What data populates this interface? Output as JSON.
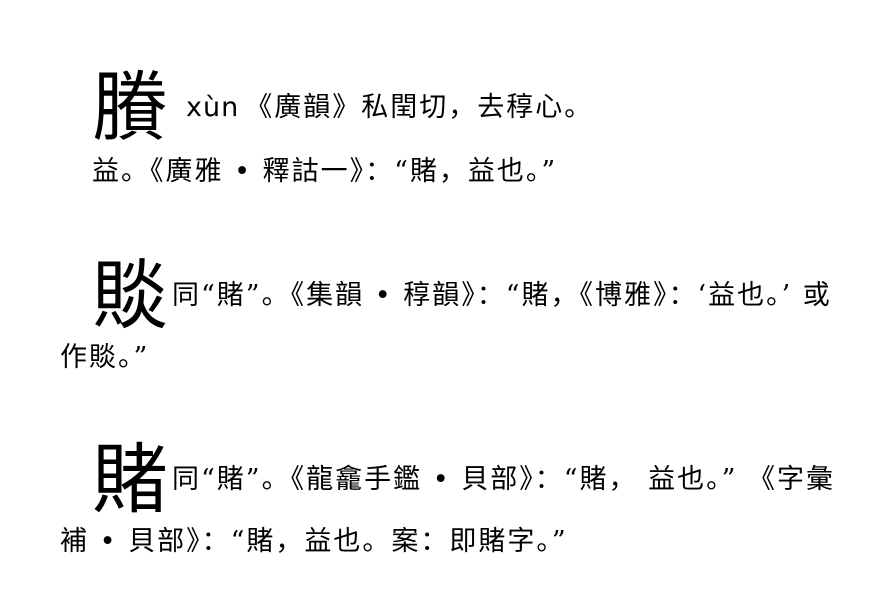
{
  "entries": [
    {
      "headword": "賸",
      "pinyin": "xùn",
      "line1": "《廣韻》私閏切，去稕心。",
      "line2": "益。《廣雅 • 釋詁一》：“賭，益也。”"
    },
    {
      "headword": "賧",
      "line1": "同“賭”。《集韻 • 稕韻》：“賭，《博雅》：‘益也。’ 或",
      "line2": "作賧。”"
    },
    {
      "headword": "賭",
      "line1": "同“賭”。《龍龕手鑑 • 貝部》：“賭， 益也。” 《字彙",
      "line2": "補 • 貝部》：“賭，益也。案：即賭字。”"
    }
  ]
}
